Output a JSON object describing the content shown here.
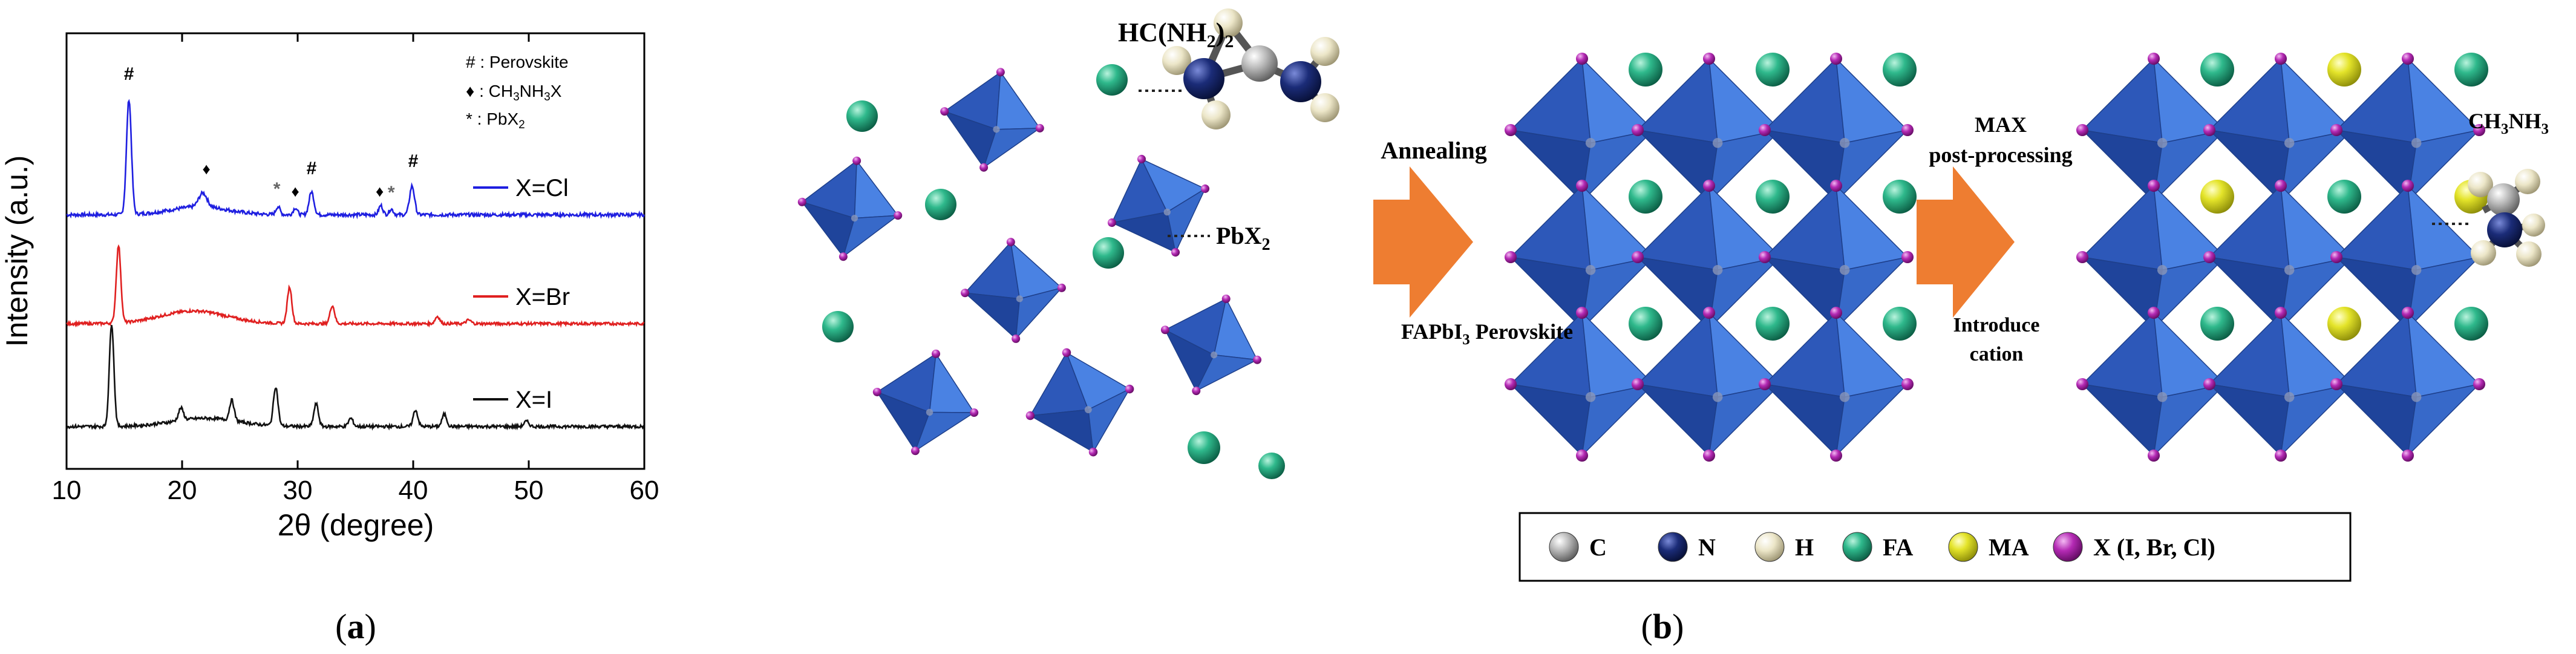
{
  "panel_a": {
    "label": "(a)",
    "legend_title_lines": [
      "# : Perovskite",
      "♦ : CH3NH3X",
      "* : PbX2"
    ],
    "peak_markers": {
      "perovskite": "#",
      "ch3nh3x": "♦",
      "pbx2": "*"
    },
    "chart_data": {
      "type": "line",
      "xlabel": "2θ (degree)",
      "ylabel": "Intensity (a.u.)",
      "xlim": [
        10,
        60
      ],
      "x_ticks": [
        10,
        20,
        30,
        40,
        50,
        60
      ],
      "grid": false,
      "legend_placement": "right, beside each trace",
      "series": [
        {
          "name": "X=Cl",
          "color": "#1f1fe0",
          "peaks": [
            {
              "x": 15.4,
              "h": 1.0,
              "w": 0.3
            },
            {
              "x": 21.8,
              "h": 0.12,
              "w": 0.5
            },
            {
              "x": 28.3,
              "h": 0.07,
              "w": 0.25
            },
            {
              "x": 29.8,
              "h": 0.06,
              "w": 0.25
            },
            {
              "x": 31.2,
              "h": 0.2,
              "w": 0.3
            },
            {
              "x": 37.2,
              "h": 0.08,
              "w": 0.25
            },
            {
              "x": 38.1,
              "h": 0.05,
              "w": 0.25
            },
            {
              "x": 39.9,
              "h": 0.25,
              "w": 0.3
            }
          ],
          "hump": {
            "x": 21.5,
            "h": 0.07,
            "w": 3.5
          }
        },
        {
          "name": "X=Br",
          "color": "#e02020",
          "peaks": [
            {
              "x": 14.5,
              "h": 0.85,
              "w": 0.28
            },
            {
              "x": 29.3,
              "h": 0.4,
              "w": 0.28
            },
            {
              "x": 33.0,
              "h": 0.2,
              "w": 0.28
            },
            {
              "x": 42.1,
              "h": 0.08,
              "w": 0.28
            },
            {
              "x": 44.8,
              "h": 0.04,
              "w": 0.3
            }
          ],
          "hump": {
            "x": 21.0,
            "h": 0.14,
            "w": 4.0
          }
        },
        {
          "name": "X=I",
          "color": "#111111",
          "peaks": [
            {
              "x": 13.9,
              "h": 1.0,
              "w": 0.28
            },
            {
              "x": 19.9,
              "h": 0.12,
              "w": 0.3
            },
            {
              "x": 24.3,
              "h": 0.2,
              "w": 0.28
            },
            {
              "x": 28.1,
              "h": 0.38,
              "w": 0.28
            },
            {
              "x": 31.6,
              "h": 0.22,
              "w": 0.28
            },
            {
              "x": 34.6,
              "h": 0.08,
              "w": 0.28
            },
            {
              "x": 40.2,
              "h": 0.16,
              "w": 0.28
            },
            {
              "x": 42.7,
              "h": 0.12,
              "w": 0.28
            },
            {
              "x": 49.8,
              "h": 0.05,
              "w": 0.3
            }
          ],
          "hump": {
            "x": 22.0,
            "h": 0.08,
            "w": 4.0
          }
        }
      ]
    }
  },
  "panel_b": {
    "label": "(b)",
    "formula_fa": "HC(NH2)2",
    "formula_pbx2": "PbX2",
    "formula_ma": "CH3NH3",
    "arrow1_label": "Annealing",
    "perovskite_label": "FAPbI3 Perovskite",
    "arrow2_label_lines": [
      "MAX",
      "post-processing"
    ],
    "arrow2_sub_lines": [
      "Introduce",
      "cation"
    ],
    "arrow_color": "#ee7d31",
    "octahedron_color": "#3c6fd6",
    "legend": [
      {
        "symbol": "C",
        "color": "#a8a8a8"
      },
      {
        "symbol": "N",
        "color": "#1a2a6e"
      },
      {
        "symbol": "H",
        "color": "#e9e3c4"
      },
      {
        "symbol": "FA",
        "color": "#1ea07a"
      },
      {
        "symbol": "MA",
        "color": "#d8d81e"
      },
      {
        "symbol": "X (I, Br, Cl)",
        "color": "#b02ab0"
      }
    ]
  }
}
